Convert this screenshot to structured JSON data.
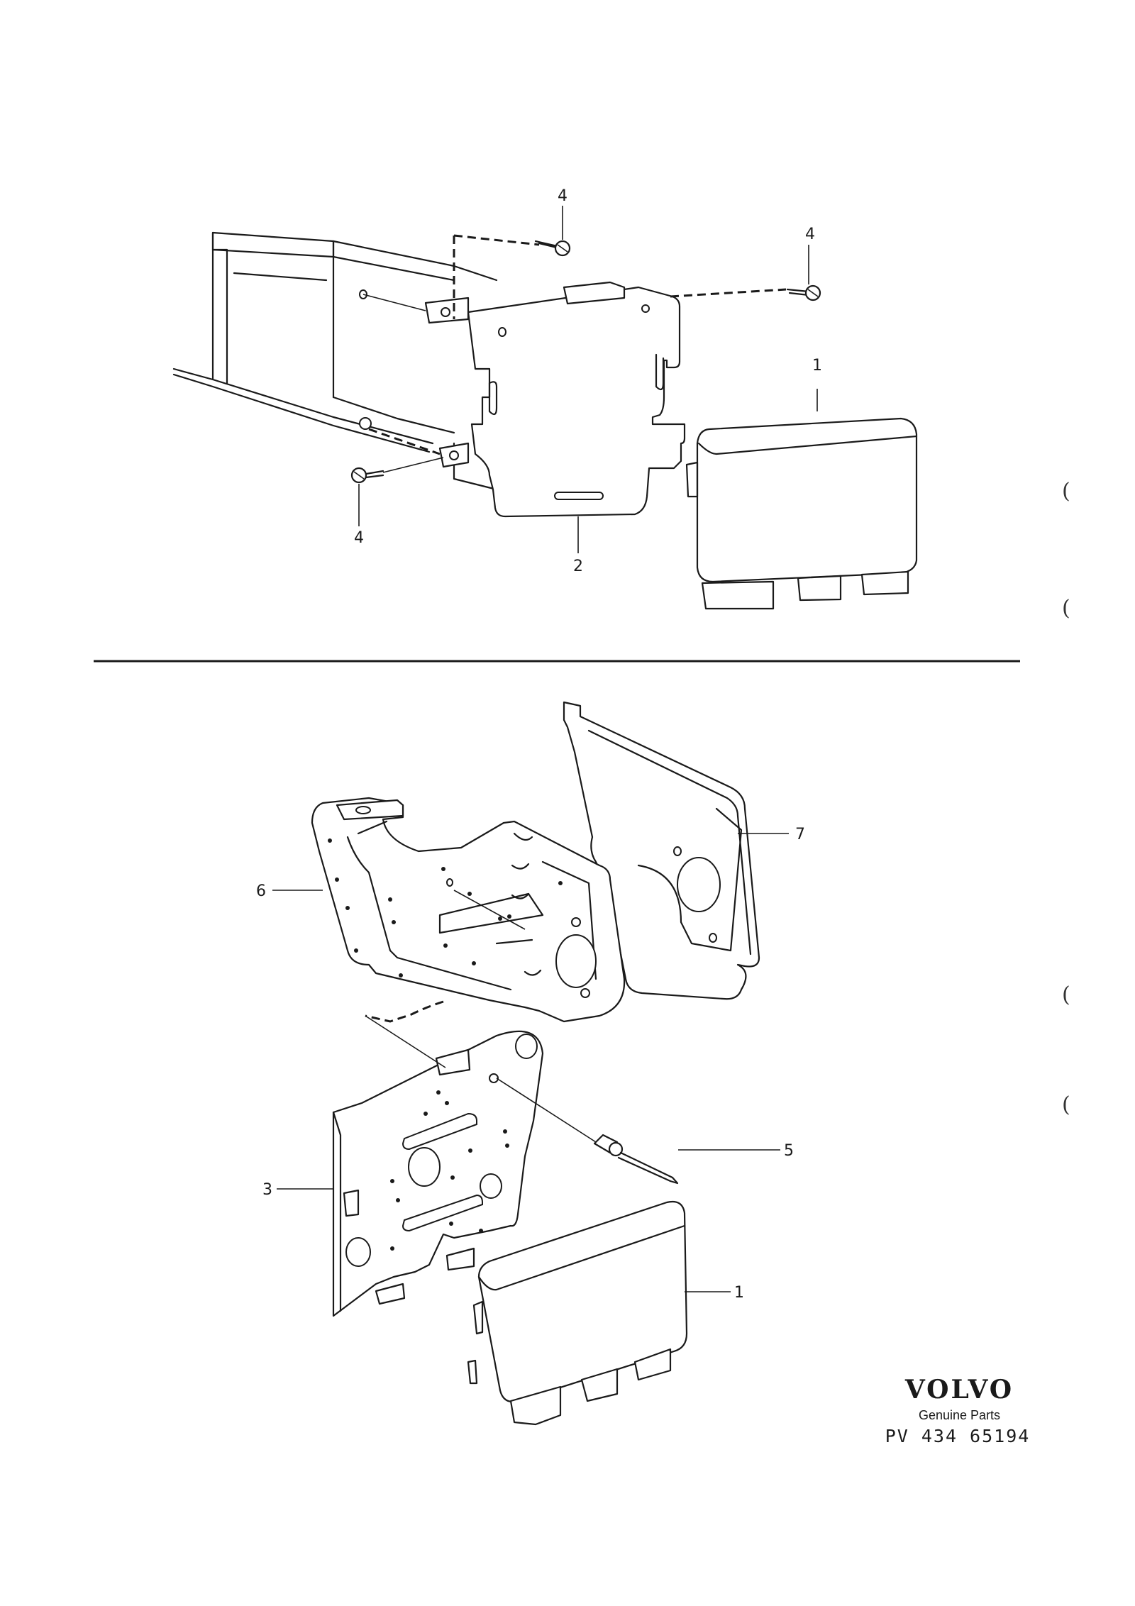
{
  "callouts": {
    "top_screw_top": "4",
    "top_screw_right": "4",
    "top_screw_left": "4",
    "top_unit": "1",
    "top_bracket": "2",
    "bottom_plate_3": "3",
    "bottom_rivet_5": "5",
    "bottom_plate_6": "6",
    "bottom_shield_7": "7",
    "bottom_unit": "1"
  },
  "brand": {
    "logo": "VOLVO",
    "subtitle": "Genuine Parts",
    "reference": "PV 434 65194"
  },
  "margin_marks": [
    "(",
    "(",
    "(",
    "("
  ]
}
